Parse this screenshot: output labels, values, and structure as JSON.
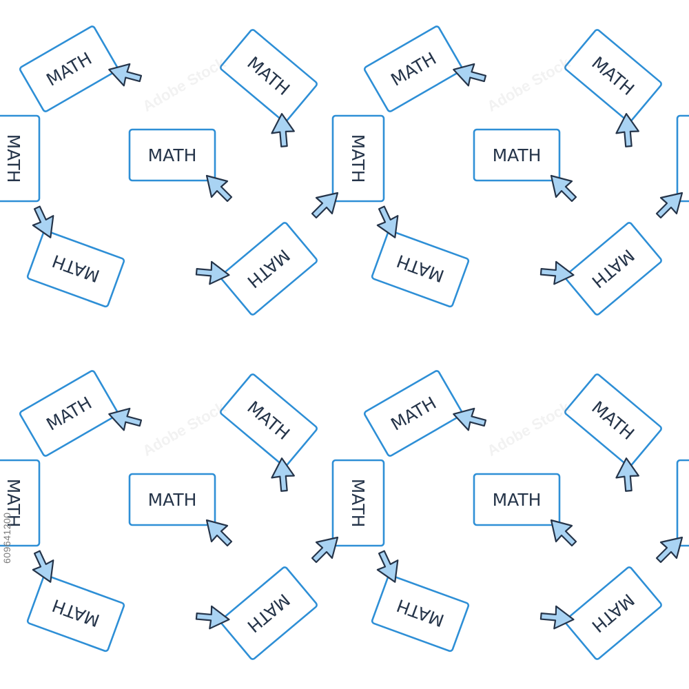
{
  "tile": {
    "label": "MATH",
    "icon": "cursor-arrow-icon"
  },
  "stock_id": "609641200",
  "watermark_text": "Adobe Stock",
  "colors": {
    "background": "#ffffff",
    "card_stroke": "#2e8fd6",
    "label": "#253449",
    "cursor_fill": "#a9d3f3",
    "cursor_stroke": "#253449"
  }
}
